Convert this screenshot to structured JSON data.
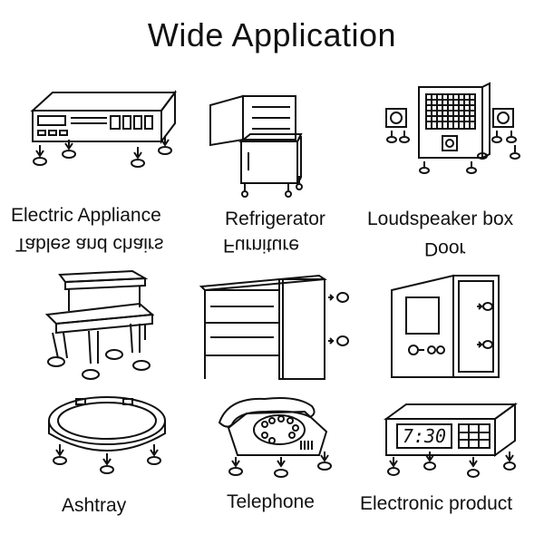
{
  "title": "Wide Application",
  "labels": {
    "electric_appliance": "Electric Appliance",
    "refrigerator": "Refrigerator",
    "loudspeaker_box": "Loudspeaker box",
    "tables_and_chairs": "Tables and chairs",
    "furniture": "Furniture",
    "door": "Door",
    "ashtray": "Ashtray",
    "telephone": "Telephone",
    "electronic_product": "Electronic product"
  },
  "clock_display": "7:30",
  "colors": {
    "ink": "#111111",
    "background": "#ffffff"
  }
}
